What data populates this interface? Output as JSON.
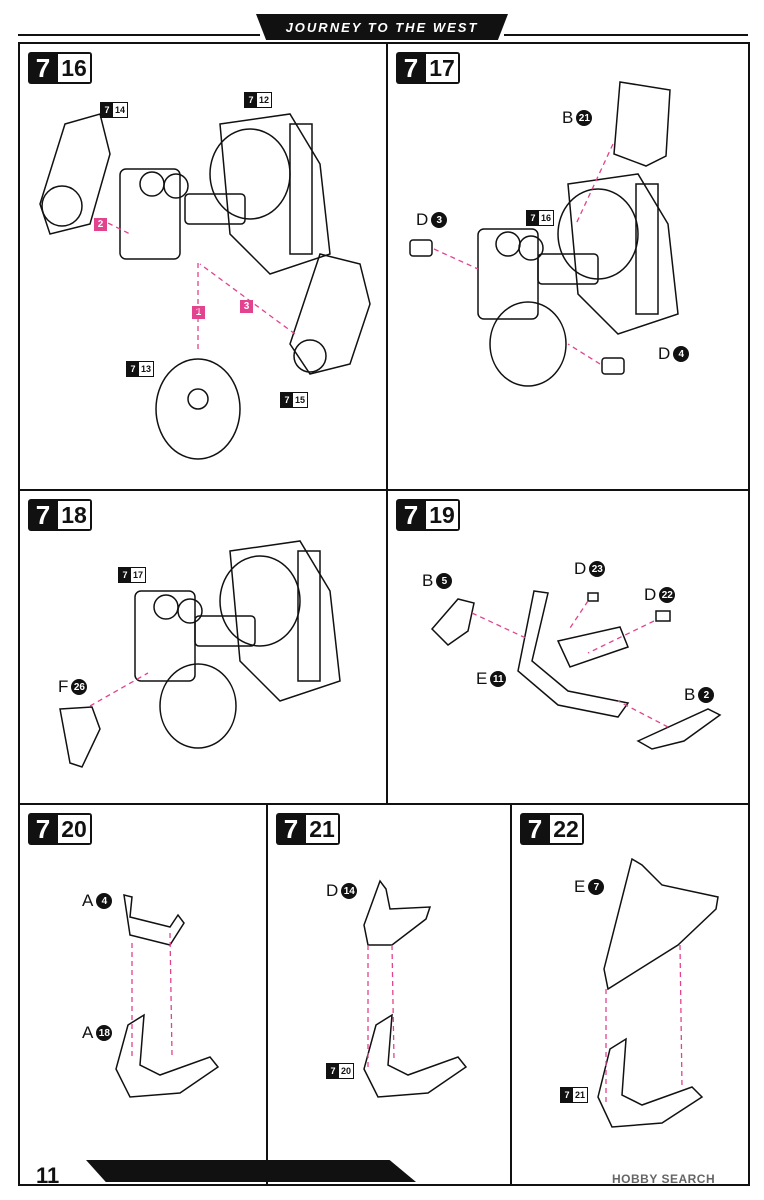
{
  "header": {
    "title": "JOURNEY TO THE WEST"
  },
  "page_number": "11",
  "watermark": "HOBBY SEARCH",
  "colors": {
    "accent_pink": "#e3428e",
    "ink": "#111111"
  },
  "steps": [
    {
      "section": "7",
      "step": "16",
      "refs": [
        {
          "s": "7",
          "n": "14"
        },
        {
          "s": "7",
          "n": "12"
        },
        {
          "s": "7",
          "n": "13"
        },
        {
          "s": "7",
          "n": "15"
        }
      ],
      "order_marks": [
        "1",
        "2",
        "3"
      ]
    },
    {
      "section": "7",
      "step": "17",
      "refs": [
        {
          "s": "7",
          "n": "16"
        }
      ],
      "parts": [
        {
          "letter": "B",
          "num": "21"
        },
        {
          "letter": "D",
          "num": "3"
        },
        {
          "letter": "D",
          "num": "4"
        }
      ]
    },
    {
      "section": "7",
      "step": "18",
      "refs": [
        {
          "s": "7",
          "n": "17"
        }
      ],
      "parts": [
        {
          "letter": "F",
          "num": "26"
        }
      ]
    },
    {
      "section": "7",
      "step": "19",
      "parts": [
        {
          "letter": "B",
          "num": "5"
        },
        {
          "letter": "D",
          "num": "23"
        },
        {
          "letter": "D",
          "num": "22"
        },
        {
          "letter": "E",
          "num": "11"
        },
        {
          "letter": "B",
          "num": "2"
        }
      ]
    },
    {
      "section": "7",
      "step": "20",
      "parts": [
        {
          "letter": "A",
          "num": "4"
        },
        {
          "letter": "A",
          "num": "18"
        }
      ]
    },
    {
      "section": "7",
      "step": "21",
      "refs": [
        {
          "s": "7",
          "n": "20"
        }
      ],
      "parts": [
        {
          "letter": "D",
          "num": "14"
        }
      ]
    },
    {
      "section": "7",
      "step": "22",
      "refs": [
        {
          "s": "7",
          "n": "21"
        }
      ],
      "parts": [
        {
          "letter": "E",
          "num": "7"
        }
      ]
    }
  ]
}
